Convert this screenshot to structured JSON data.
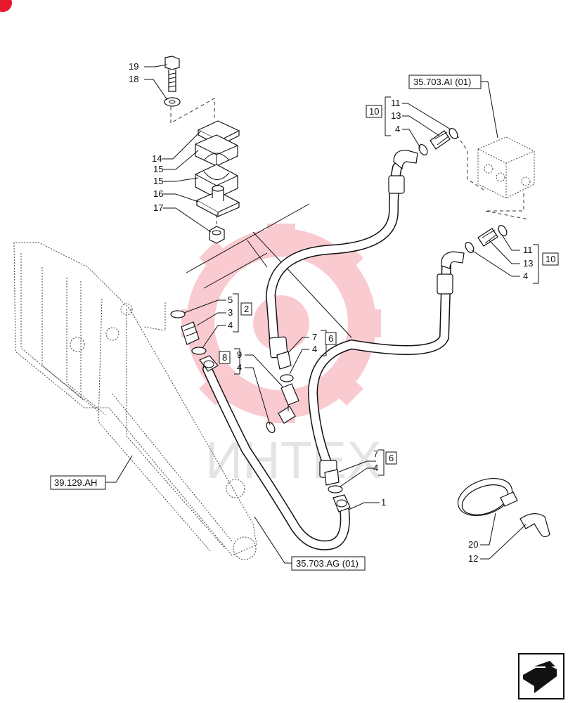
{
  "references": {
    "top_right": "35.703.AI (01)",
    "left": "39.129.AH",
    "bottom": "35.703.AG (01)"
  },
  "callouts": {
    "c19": "19",
    "c18": "18",
    "c14": "14",
    "c15a": "15",
    "c15b": "15",
    "c16": "16",
    "c17": "17",
    "c11a": "11",
    "c13a": "13",
    "c4a": "4",
    "b10a": "10",
    "c11b": "11",
    "c13b": "13",
    "c4b": "4",
    "b10b": "10",
    "c5": "5",
    "c3": "3",
    "c4c": "4",
    "b2": "2",
    "c7a": "7",
    "c4d": "4",
    "b6a": "6",
    "b8": "8",
    "c9": "9",
    "c4e": "4",
    "c7b": "7",
    "c4f": "4",
    "b6b": "6",
    "c1": "1",
    "c20": "20",
    "c12": "12"
  },
  "watermark": {
    "text": "ИНТЕХ",
    "color": "#e8192c"
  },
  "icons": {
    "corner": "red-corner-badge",
    "nav": "next-page-arrow-icon"
  }
}
